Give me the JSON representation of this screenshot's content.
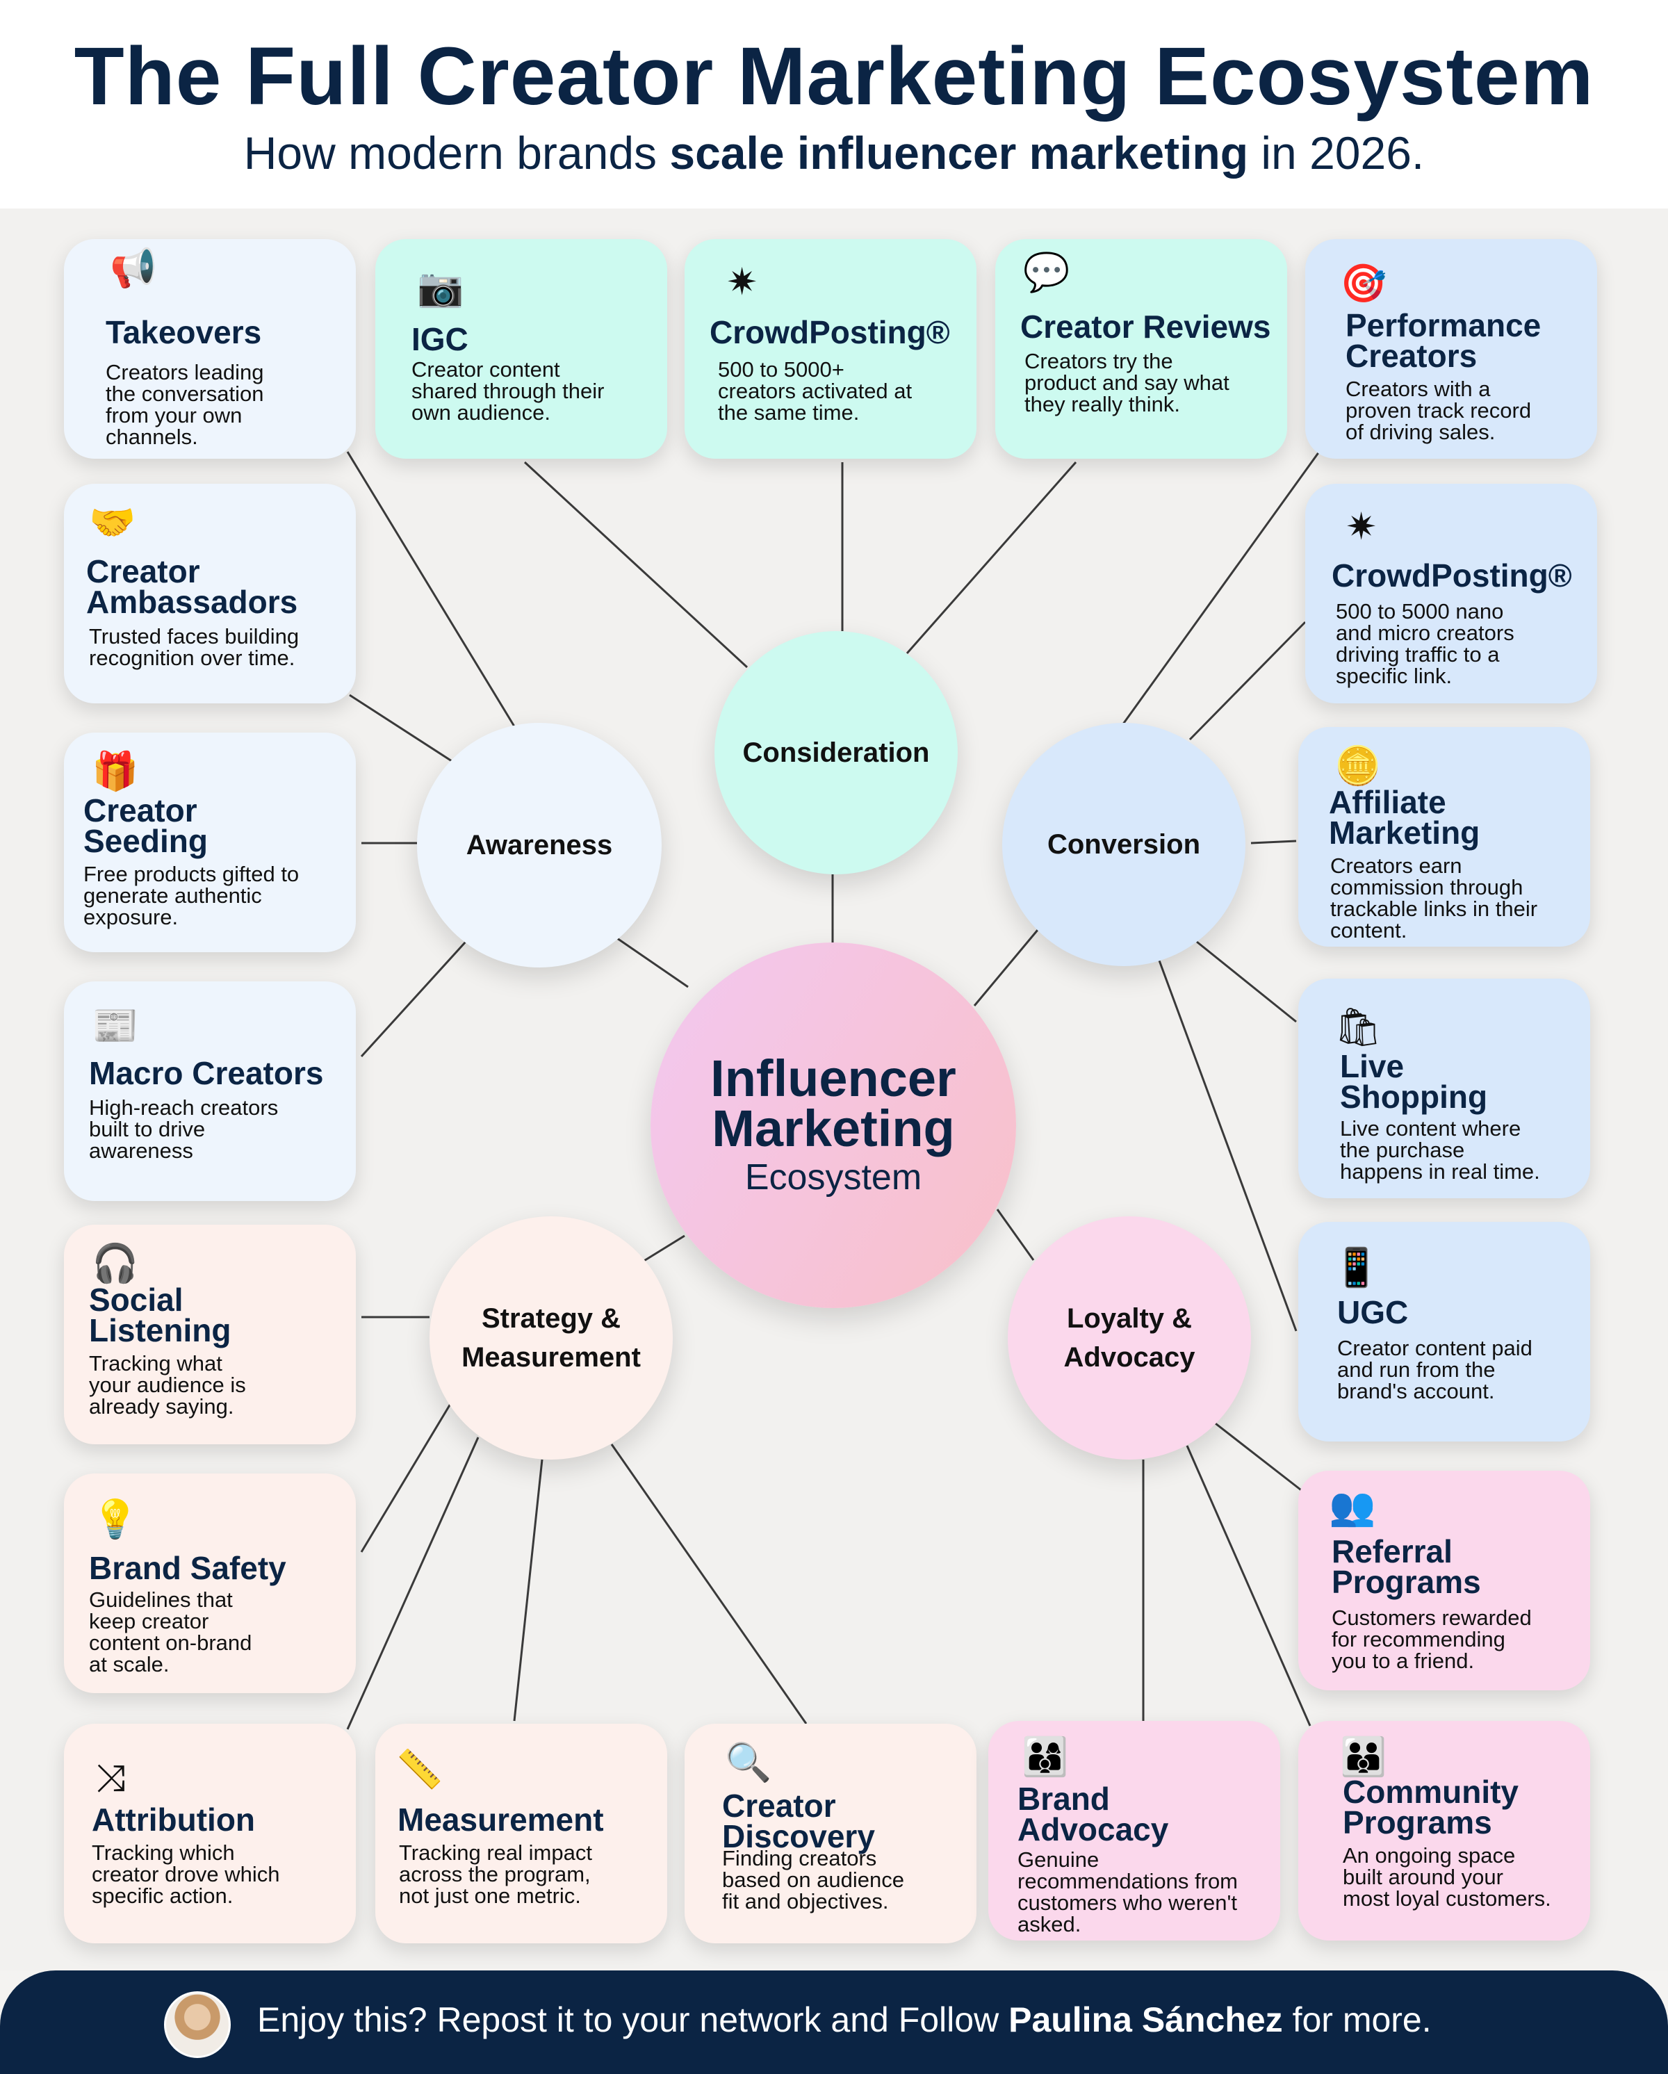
{
  "header": {
    "title": "The Full Creator Marketing Ecosystem",
    "subtitle_pre": "How modern brands ",
    "subtitle_bold": "scale influencer marketing",
    "subtitle_post": " in 2026."
  },
  "hub": {
    "line1": "Influencer",
    "line2": "Marketing",
    "line3": "Ecosystem"
  },
  "nodes": {
    "awareness": "Awareness",
    "consideration": "Consideration",
    "conversion": "Conversion",
    "strategy_1": "Strategy &",
    "strategy_2": "Measurement",
    "loyalty_1": "Loyalty &",
    "loyalty_2": "Advocacy"
  },
  "cards": {
    "takeovers": {
      "title": "Takeovers",
      "desc": [
        "Creators leading",
        "the conversation",
        "from your own",
        "channels."
      ],
      "icon": "megaphone-icon"
    },
    "igc": {
      "title": "IGC",
      "desc": [
        "Creator content",
        "shared through their",
        "own audience."
      ],
      "icon": "camera-icon"
    },
    "crowdposting_top": {
      "title": "CrowdPosting®",
      "desc": [
        "500 to 5000+",
        "creators activated at",
        "the same time."
      ],
      "icon": "network-icon"
    },
    "creator_reviews": {
      "title": "Creator Reviews",
      "desc": [
        "Creators try the",
        "product and say what",
        "they really think."
      ],
      "icon": "star-bubble-icon"
    },
    "performance_creators": {
      "title_1": "Performance",
      "title_2": "Creators",
      "desc": [
        "Creators with a",
        "proven track record",
        "of driving sales."
      ],
      "icon": "target-icon"
    },
    "creator_ambassadors": {
      "title_1": "Creator",
      "title_2": "Ambassadors",
      "desc": [
        "Trusted faces building",
        "recognition over time."
      ],
      "icon": "handshake-icon"
    },
    "crowdposting_right": {
      "title": "CrowdPosting®",
      "desc": [
        "500 to 5000 nano",
        "and micro creators",
        "driving traffic to a",
        "specific link."
      ],
      "icon": "network-icon"
    },
    "creator_seeding": {
      "title_1": "Creator",
      "title_2": "Seeding",
      "desc": [
        "Free products gifted to",
        "generate authentic",
        "exposure."
      ],
      "icon": "gift-icon"
    },
    "affiliate_marketing": {
      "title_1": "Affiliate",
      "title_2": "Marketing",
      "desc": [
        "Creators earn",
        "commission through",
        "trackable links in their",
        "content."
      ],
      "icon": "coins-icon"
    },
    "macro_creators": {
      "title": "Macro Creators",
      "desc": [
        "High-reach creators",
        "built to drive",
        "awareness"
      ],
      "icon": "newspaper-icon"
    },
    "live_shopping": {
      "title_1": "Live",
      "title_2": "Shopping",
      "desc": [
        "Live content where",
        "the purchase",
        "happens in real time."
      ],
      "icon": "shopping-bag-play-icon"
    },
    "social_listening": {
      "title_1": "Social",
      "title_2": "Listening",
      "desc": [
        "Tracking what",
        "your audience is",
        "already saying."
      ],
      "icon": "headphones-icon"
    },
    "ugc": {
      "title": "UGC",
      "desc": [
        "Creator content paid",
        "and run from the",
        "brand's account."
      ],
      "icon": "phone-hand-icon"
    },
    "brand_safety": {
      "title": "Brand Safety",
      "desc": [
        "Guidelines that",
        "keep creator",
        "content on-brand",
        "at scale."
      ],
      "icon": "bulb-chart-icon"
    },
    "referral_programs": {
      "title_1": "Referral",
      "title_2": "Programs",
      "desc": [
        "Customers rewarded",
        "for recommending",
        "you to a friend."
      ],
      "icon": "referral-icon"
    },
    "attribution": {
      "title": "Attribution",
      "desc": [
        "Tracking which",
        "creator drove which",
        "specific action."
      ],
      "icon": "split-arrows-icon"
    },
    "measurement": {
      "title": "Measurement",
      "desc": [
        "Tracking real impact",
        "across the program,",
        "not just one metric."
      ],
      "icon": "ruler-check-icon"
    },
    "creator_discovery": {
      "title_1": "Creator",
      "title_2": "Discovery",
      "desc": [
        "Finding creators",
        "based on audience",
        "fit and objectives."
      ],
      "icon": "magnifier-person-icon"
    },
    "brand_advocacy": {
      "title_1": "Brand",
      "title_2": "Advocacy",
      "desc": [
        "Genuine",
        "recommendations from",
        "customers who weren't",
        "asked."
      ],
      "icon": "people-heart-icon"
    },
    "community_programs": {
      "title_1": "Community",
      "title_2": "Programs",
      "desc": [
        "An ongoing space",
        "built around your",
        "most loyal customers."
      ],
      "icon": "community-icon"
    }
  },
  "footer": {
    "text_pre": "Enjoy this? Repost it to your network and Follow ",
    "text_bold": "Paulina Sánchez",
    "text_post": " for more."
  },
  "colors": {
    "navy": "#0b2444",
    "awareness": "#eef5fd",
    "consideration": "#cdfaf0",
    "conversion": "#d8e8fb",
    "strategy": "#fdf0ec",
    "loyalty": "#fbd8ec"
  }
}
